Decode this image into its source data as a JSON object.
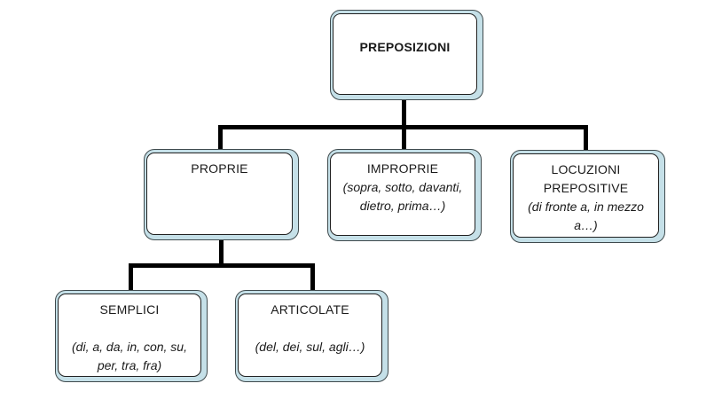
{
  "colors": {
    "box_fill": "#c5e0e8",
    "box_inner": "#ffffff",
    "border_outer": "#3f4a4d",
    "border_inner": "#212121",
    "connector": "#000000",
    "text": "#1a1a1a",
    "page_bg": "#ffffff"
  },
  "diagram": {
    "type": "tree",
    "root": "preposizioni",
    "edges": [
      [
        "preposizioni",
        "proprie"
      ],
      [
        "preposizioni",
        "improprie"
      ],
      [
        "preposizioni",
        "locuzioni_prepositive"
      ],
      [
        "proprie",
        "semplici"
      ],
      [
        "proprie",
        "articolate"
      ]
    ]
  },
  "nodes": {
    "preposizioni": {
      "title": "PREPOSIZIONI"
    },
    "proprie": {
      "title": "PROPRIE"
    },
    "improprie": {
      "title": "IMPROPRIE",
      "examples": "(sopra, sotto, davanti, dietro, prima…)"
    },
    "locuzioni_prepositive": {
      "title": "LOCUZIONI PREPOSITIVE",
      "examples": "(di fronte a, in mezzo a…)"
    },
    "semplici": {
      "title": "SEMPLICI",
      "examples": "(di, a, da, in, con, su, per, tra, fra)"
    },
    "articolate": {
      "title": "ARTICOLATE",
      "examples": "(del, dei, sul, agli…)"
    }
  }
}
